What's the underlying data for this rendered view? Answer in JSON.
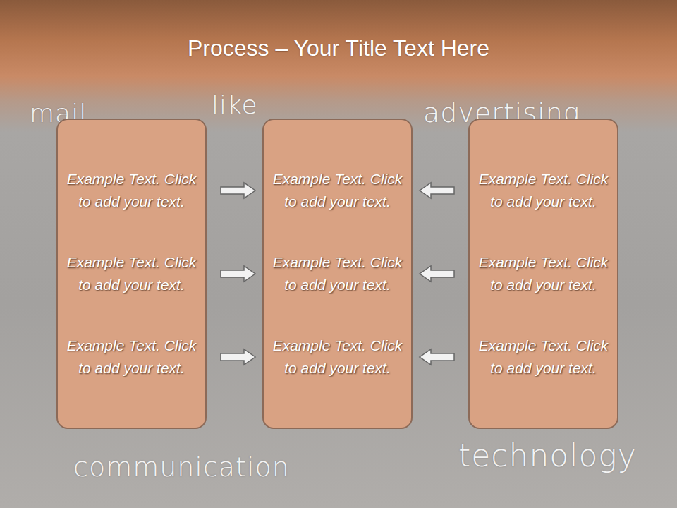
{
  "diagram": {
    "title": "Process – Your Title Text Here",
    "nodes": [
      {
        "text": [
          "Example Text. Click to add your text.",
          "Example Text. Click to add your text.",
          "Example Text. Click to add your text."
        ]
      },
      {
        "text": [
          "Example Text. Click to add your text.",
          "Example Text. Click to add your text.",
          "Example Text. Click to add your text."
        ]
      },
      {
        "text": [
          "Example Text. Click to add your text.",
          "Example Text. Click to add your text.",
          "Example Text. Click to add your text."
        ]
      }
    ],
    "edges": [
      {
        "from": 0,
        "to": 1,
        "arrow": "to"
      },
      {
        "from": 0,
        "to": 1,
        "arrow": "to"
      },
      {
        "from": 0,
        "to": 1,
        "arrow": "to"
      },
      {
        "from": 2,
        "to": 1,
        "arrow": "to"
      },
      {
        "from": 2,
        "to": 1,
        "arrow": "to"
      },
      {
        "from": 2,
        "to": 1,
        "arrow": "to"
      }
    ],
    "labels": [
      "mail",
      "like",
      "advertising",
      "communication",
      "technology"
    ]
  }
}
